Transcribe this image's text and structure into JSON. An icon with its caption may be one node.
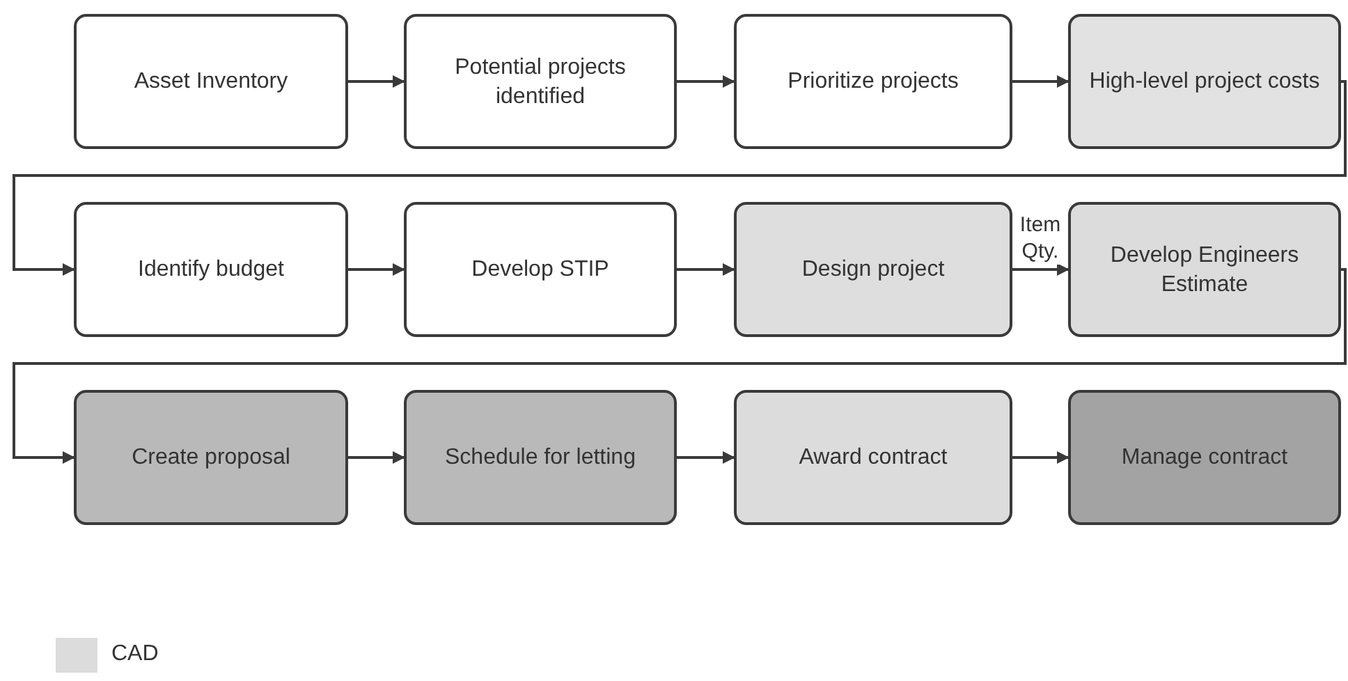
{
  "diagram": {
    "nodes": [
      {
        "text": [
          "Asset Inventory"
        ]
      },
      {
        "text": [
          "Potential projects identified"
        ]
      },
      {
        "text": [
          "Prioritize projects"
        ]
      },
      {
        "text": [
          "High-level project costs"
        ]
      },
      {
        "text": [
          "Identify budget"
        ]
      },
      {
        "text": [
          "Develop STIP"
        ]
      },
      {
        "text": [
          "Design project"
        ]
      },
      {
        "text": [
          "Develop Engineers Estimate"
        ]
      },
      {
        "text": [
          "Create proposal"
        ]
      },
      {
        "text": [
          "Schedule for letting"
        ]
      },
      {
        "text": [
          "Award contract"
        ]
      },
      {
        "text": [
          "Manage contract"
        ]
      }
    ],
    "edges": [
      {
        "from": 0,
        "to": 1,
        "arrow": "to"
      },
      {
        "from": 1,
        "to": 2,
        "arrow": "to"
      },
      {
        "from": 2,
        "to": 3,
        "arrow": "to"
      },
      {
        "from": 3,
        "to": 4,
        "arrow": "to"
      },
      {
        "from": 4,
        "to": 5,
        "arrow": "to"
      },
      {
        "from": 5,
        "to": 6,
        "arrow": "to"
      },
      {
        "from": 6,
        "to": 7,
        "arrow": "to",
        "label": "Item Qty."
      },
      {
        "from": 7,
        "to": 8,
        "arrow": "to"
      },
      {
        "from": 8,
        "to": 9,
        "arrow": "to"
      },
      {
        "from": 9,
        "to": 10,
        "arrow": "to"
      },
      {
        "from": 10,
        "to": 11,
        "arrow": "to"
      }
    ],
    "legend": [
      {
        "text": "CAD",
        "color": "#dcdcdc"
      }
    ]
  }
}
